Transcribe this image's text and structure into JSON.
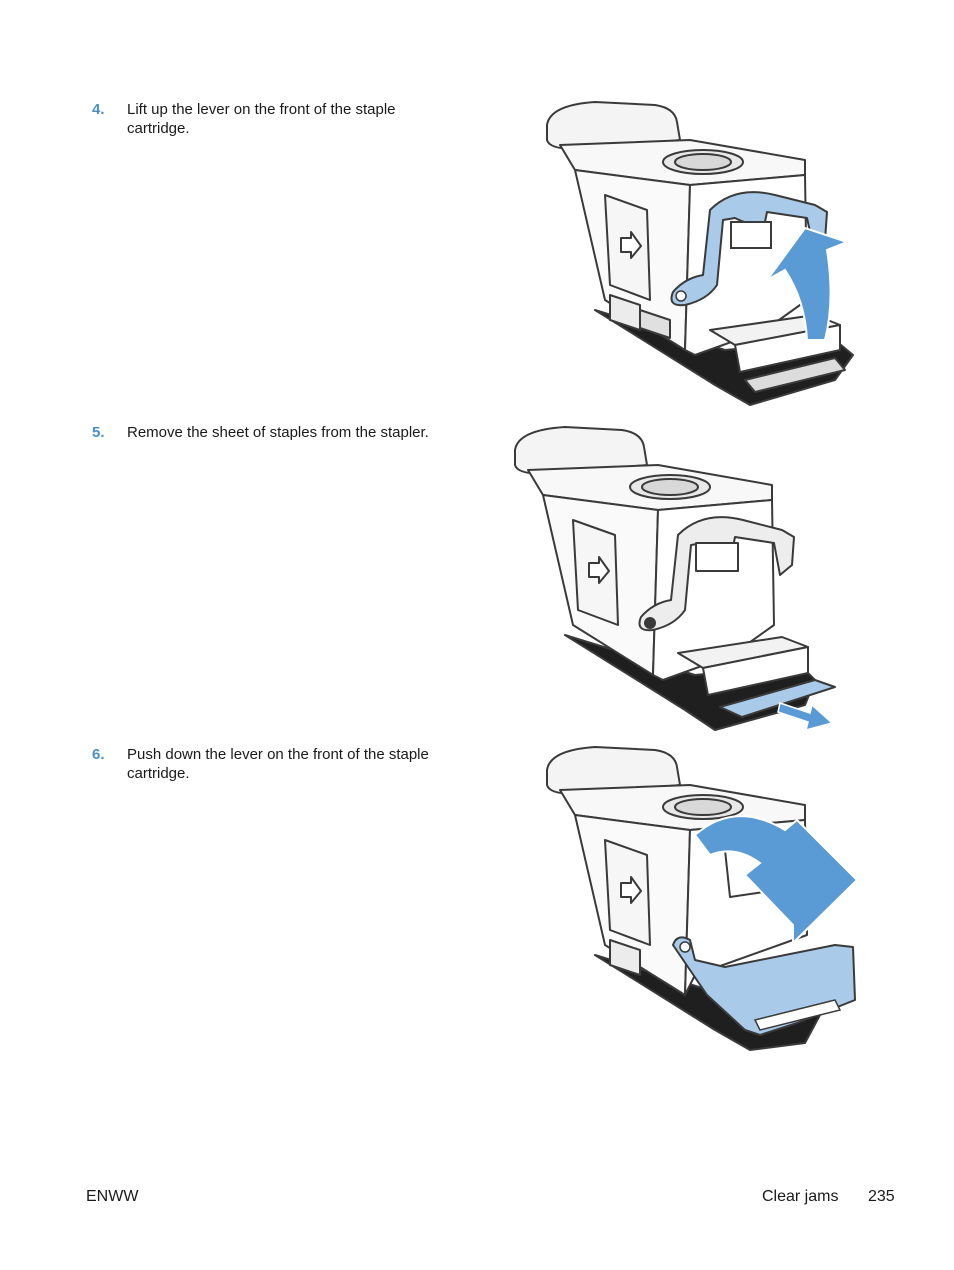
{
  "steps": [
    {
      "number": "4.",
      "text": "Lift up the lever on the front of the staple cartridge."
    },
    {
      "number": "5.",
      "text": "Remove the sheet of staples from the stapler."
    },
    {
      "number": "6.",
      "text": "Push down the lever on the front of the staple cartridge."
    }
  ],
  "colors": {
    "accent": "#4a90c8",
    "highlight": "#a9cbe9",
    "arrow": "#5b9bd5",
    "outline": "#3a3a3a",
    "base": "#1f1f1f"
  },
  "footer": {
    "left": "ENWW",
    "section": "Clear jams",
    "page": "235"
  }
}
